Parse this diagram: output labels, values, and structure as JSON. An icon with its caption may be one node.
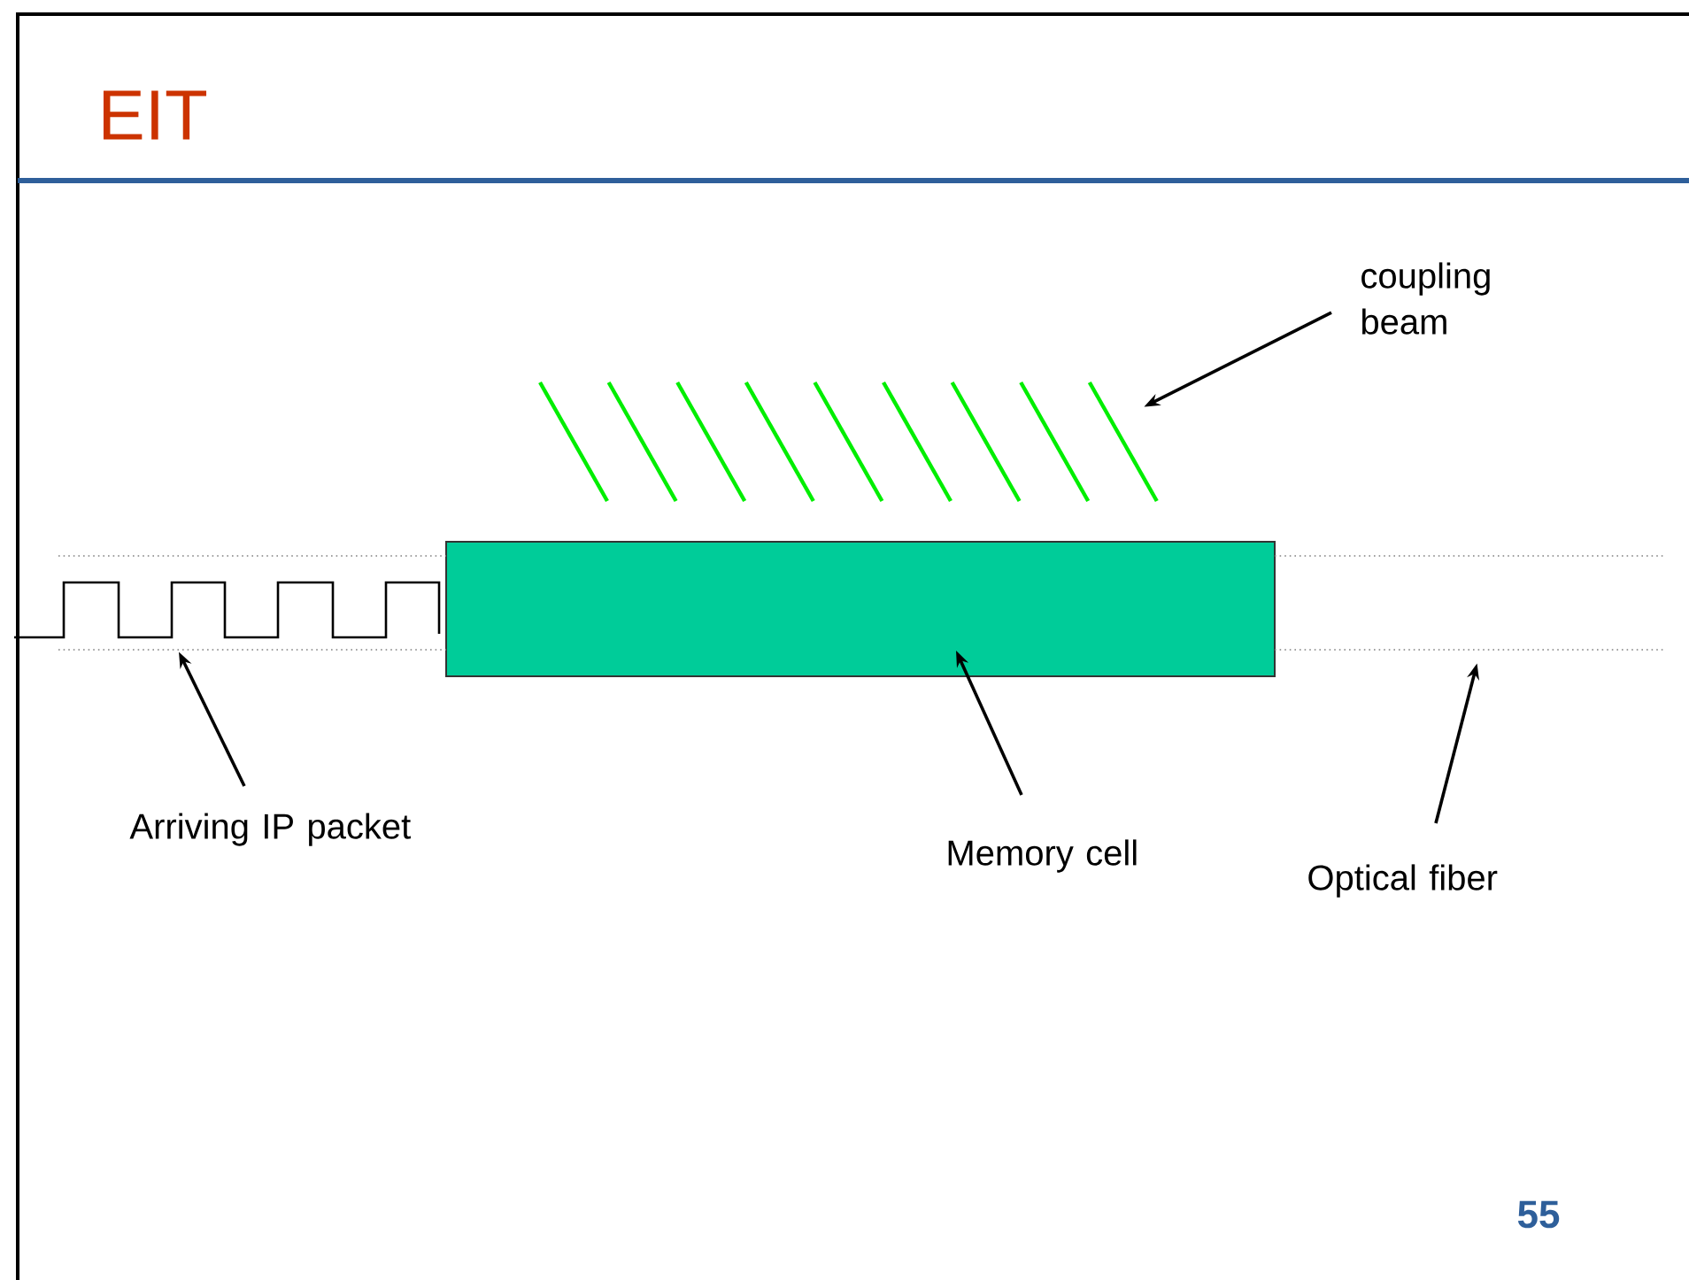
{
  "diagram": {
    "title": "EIT",
    "nodes": [
      {
        "text": [
          "coupling beam"
        ]
      },
      {
        "text": [],
        "shape": "picture"
      },
      {
        "text": [],
        "shape": "picture"
      },
      {
        "text": [],
        "shape": "box"
      },
      {
        "text": [],
        "shape": "picture"
      },
      {
        "text": [
          "Arriving IP packet"
        ]
      },
      {
        "text": [
          "Memory cell"
        ]
      },
      {
        "text": [
          "Optical fiber"
        ]
      }
    ],
    "edges": [
      {
        "from": 0,
        "to": 1,
        "arrow": "to"
      },
      {
        "from": 5,
        "to": 2,
        "arrow": "to"
      },
      {
        "from": 6,
        "to": 3,
        "arrow": "to"
      },
      {
        "from": 7,
        "to": 4,
        "arrow": "to"
      }
    ],
    "labels": [
      "55"
    ]
  }
}
